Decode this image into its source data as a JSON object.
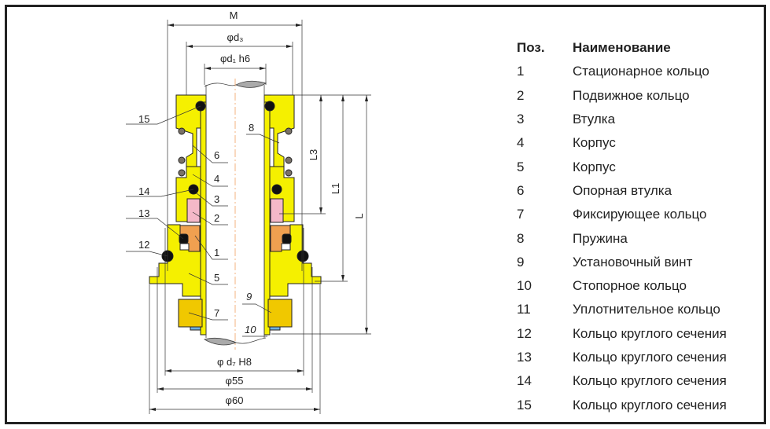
{
  "drawing": {
    "dimensions": {
      "M": "M",
      "d3": "φd₃",
      "d1": "φd₁ h6",
      "d7": "φ d₇ H8",
      "d55": "φ55",
      "d60": "φ60",
      "L3": "L3",
      "L1": "L1",
      "L": "L"
    },
    "callouts": [
      "1",
      "2",
      "3",
      "4",
      "5",
      "6",
      "7",
      "8",
      "9",
      "10",
      "12",
      "13",
      "14",
      "15"
    ],
    "colors": {
      "housing": "#f5f000",
      "ring1": "#f0a050",
      "ring2": "#f4b8c8",
      "collar": "#f0c800",
      "oring": "#111111",
      "spring": "#7a7268",
      "washer": "#70b0e0",
      "centerline": "#f0a060"
    }
  },
  "table": {
    "header": {
      "pos": "Поз.",
      "name": "Наименование"
    },
    "rows": [
      {
        "pos": "1",
        "name": "Стационарное кольцо"
      },
      {
        "pos": "2",
        "name": "Подвижное кольцо"
      },
      {
        "pos": "3",
        "name": "Втулка"
      },
      {
        "pos": "4",
        "name": "Корпус"
      },
      {
        "pos": "5",
        "name": "Корпус"
      },
      {
        "pos": "6",
        "name": "Опорная втулка"
      },
      {
        "pos": "7",
        "name": "Фиксирующее кольцо"
      },
      {
        "pos": "8",
        "name": "Пружина"
      },
      {
        "pos": "9",
        "name": "Установочный винт"
      },
      {
        "pos": "10",
        "name": "Стопорное кольцо"
      },
      {
        "pos": "11",
        "name": "Уплотнительное кольцо"
      },
      {
        "pos": "12",
        "name": "Кольцо круглого сечения"
      },
      {
        "pos": "13",
        "name": "Кольцо круглого сечения"
      },
      {
        "pos": "14",
        "name": "Кольцо круглого сечения"
      },
      {
        "pos": "15",
        "name": "Кольцо круглого сечения"
      }
    ]
  }
}
